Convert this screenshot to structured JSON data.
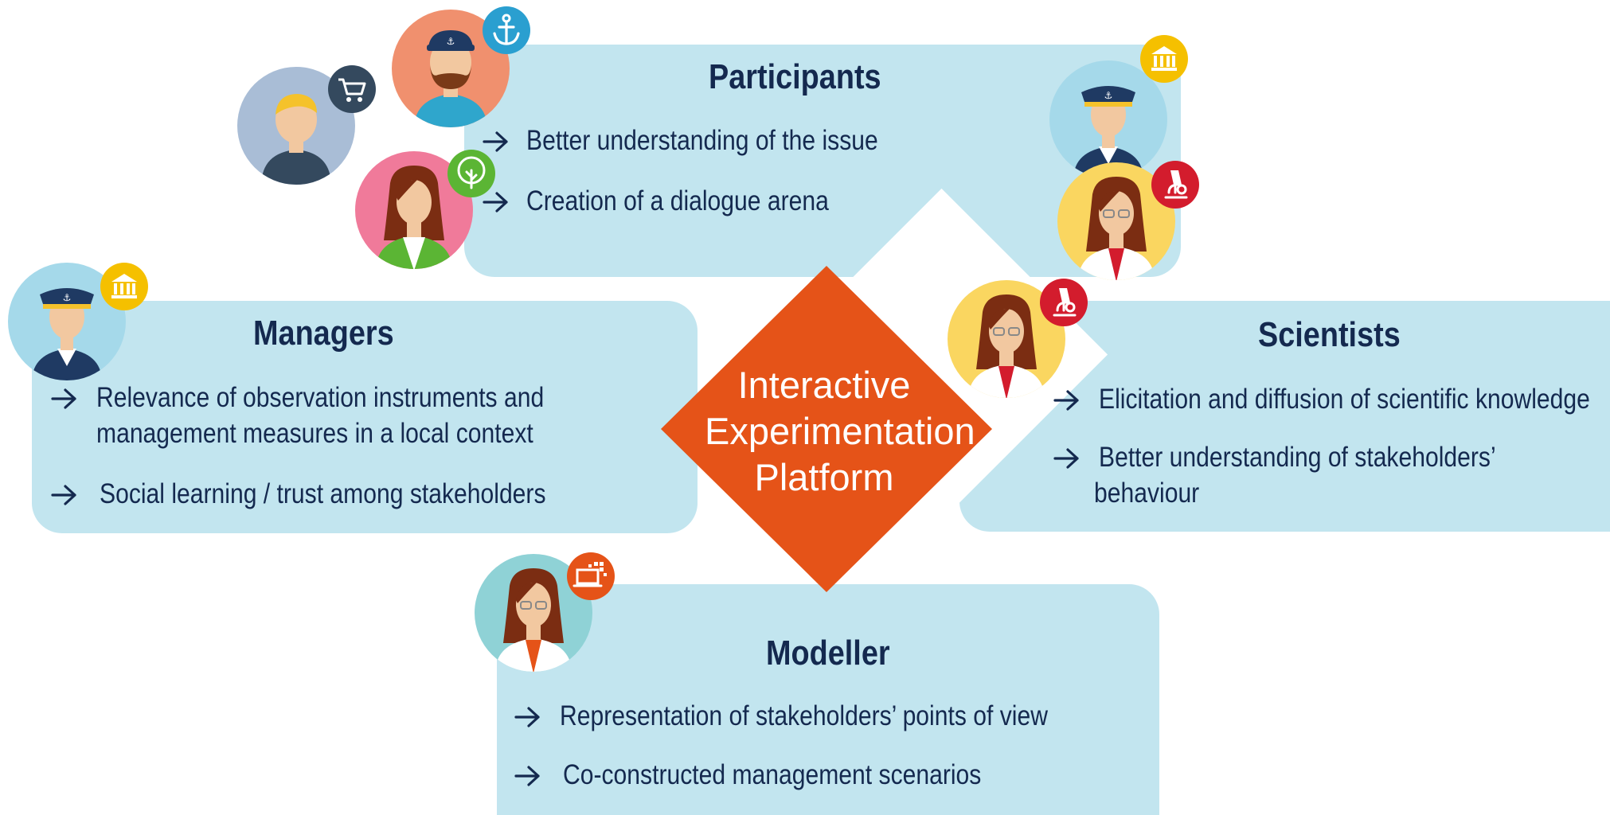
{
  "center": {
    "line1": "Interactive",
    "line2": "Experimentation",
    "line3": "Platform"
  },
  "participants": {
    "title": "Participants",
    "items": [
      "Better understanding of the issue",
      "Creation of a dialogue arena"
    ]
  },
  "managers": {
    "title": "Managers",
    "items": [
      "Relevance of observation instruments and",
      "management measures in a local context",
      "Social learning / trust among stakeholders"
    ]
  },
  "scientists": {
    "title": "Scientists",
    "items": [
      "Elicitation and diffusion of scientific knowledge",
      "Better understanding of stakeholders’",
      "behaviour"
    ]
  },
  "modeller": {
    "title": "Modeller",
    "items": [
      "Representation of stakeholders’ points of view",
      "Co-constructed management scenarios"
    ]
  },
  "colors": {
    "panel": "#c2e5ef",
    "accent": "#e55318",
    "text": "#14294f"
  },
  "icons": [
    "anchor-icon",
    "shopping-cart-icon",
    "tree-icon",
    "institution-icon",
    "microscope-icon",
    "computer-icon",
    "arrow-right-icon"
  ]
}
